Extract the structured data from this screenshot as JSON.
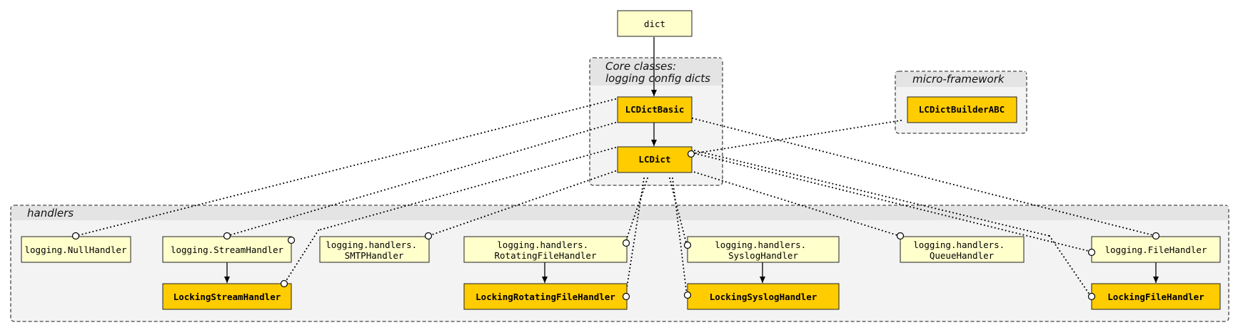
{
  "groups": {
    "core": "Core classes:\nlogging config dicts",
    "micro": "micro-framework",
    "handlers": "handlers"
  },
  "nodes": {
    "dict": "dict",
    "lcdictbasic": "LCDictBasic",
    "lcdict": "LCDict",
    "lcdictbuilderabc": "LCDictBuilderABC",
    "nullhandler": "logging.NullHandler",
    "streamhandler": "logging.StreamHandler",
    "smtphandler": "logging.handlers.\nSMTPHandler",
    "rotatingfilehandler": "logging.handlers.\nRotatingFileHandler",
    "sysloghandler": "logging.handlers.\nSyslogHandler",
    "queuehandler": "logging.handlers.\nQueueHandler",
    "filehandler": "logging.FileHandler",
    "lockingstreamhandler": "LockingStreamHandler",
    "lockingrotatingfilehandler": "LockingRotatingFileHandler",
    "lockingsysloghandler": "LockingSyslogHandler",
    "lockingfilehandler": "LockingFileHandler"
  },
  "colors": {
    "plain_class": "#ffffcc",
    "package_class": "#ffcc00",
    "group_fill": "#f3f3f3",
    "group_header": "#e4e4e4"
  }
}
